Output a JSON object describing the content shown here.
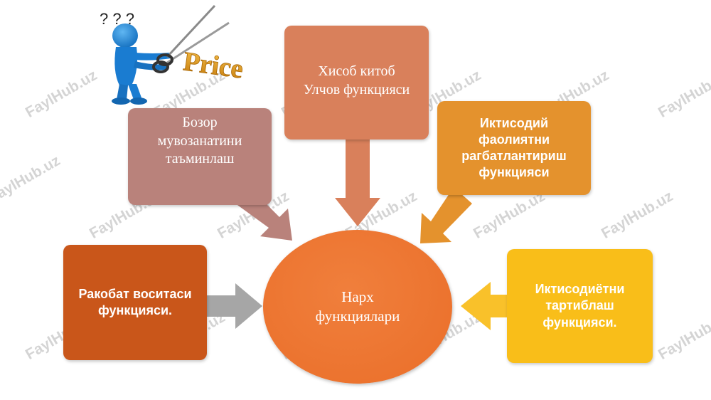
{
  "diagram": {
    "center": {
      "label": "Нарх\nфункциялари",
      "color": "#ea6e29"
    },
    "boxes": {
      "bozor": {
        "label": "Бозор\nмувозанатини\nтаъминлаш",
        "color": "#b9827b"
      },
      "hisob": {
        "label": "Хисоб китоб\nУлчов функцияси",
        "color": "#d9805b"
      },
      "iqtisod": {
        "label": "Иктисодий\nфаолиятни\nрагбатлантириш\nфункцияси",
        "color": "#e4922d"
      },
      "raqobat": {
        "label": "Ракобат воситаси\nфункцияси.",
        "color": "#c9561a"
      },
      "tartib": {
        "label": "Иктисодиётни\nтартиблаш\nфункцияси.",
        "color": "#f9be19"
      }
    },
    "arrow_colors": {
      "bozor": "#b9827b",
      "hisob": "#d9805b",
      "iqtisod": "#e4922d",
      "raqobat": "#a6a6a6",
      "tartib": "#f9c12a"
    }
  },
  "illustration": {
    "question_marks": "? ? ?",
    "price_word": "Price",
    "icons": [
      "person-icon",
      "scissors-icon"
    ]
  },
  "watermark": {
    "text": "FaylHub.uz"
  }
}
